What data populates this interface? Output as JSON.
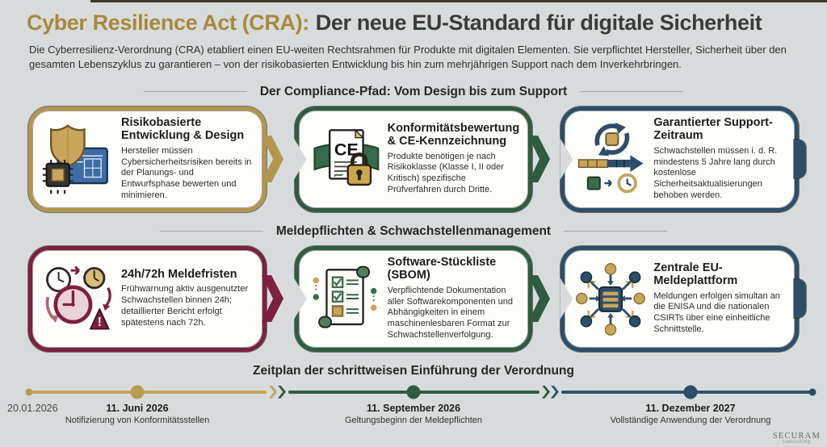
{
  "header": {
    "title_highlight": "Cyber Resilience Act (CRA):",
    "title_rest": "Der neue EU-Standard für digitale Sicherheit",
    "subtitle": "Die Cyberresilienz-Verordnung (CRA) etabliert einen EU-weiten Rechtsrahmen für Produkte mit digitalen Elementen. Sie verpflichtet Hersteller, Sicherheit über den gesamten Lebenszyklus zu garantieren – von der risikobasierten Entwicklung bis hin zum mehrjährigen Support nach dem Inverkehrbringen."
  },
  "sections": [
    {
      "heading": "Der Compliance-Pfad: Vom Design bis zum Support",
      "cards": [
        {
          "title": "Risikobasierte Entwicklung & Design",
          "body": "Hersteller müssen Cybersicherheitsrisiken bereits in der Planungs- und Entwurfsphase bewerten und minimieren.",
          "icon": "shield-blueprint-chip-icon",
          "accent": "#b3954f"
        },
        {
          "title": "Konformitätsbewertung & CE-Kennzeichnung",
          "body": "Produkte benötigen je nach Risikoklasse (Klasse I, II oder Kritisch) spezifische Prüfverfahren durch Dritte.",
          "icon": "ce-document-lock-icon",
          "accent": "#2e5c41"
        },
        {
          "title": "Garantierter Support-Zeitraum",
          "body": "Schwachstellen müssen i. d. R. mindestens 5 Jahre lang durch kostenlose Sicherheitsaktualisierungen behoben werden.",
          "icon": "update-cycle-clock-icon",
          "accent": "#2d4e68"
        }
      ]
    },
    {
      "heading": "Meldepflichten & Schwachstellenmanagement",
      "cards": [
        {
          "title": "24h/72h Meldefristen",
          "body": "Frühwarnung aktiv ausgenutzter Schwachstellen binnen 24h; detaillierter Bericht erfolgt spätestens nach 72h.",
          "icon": "clocks-alert-icon",
          "accent": "#7d2140"
        },
        {
          "title": "Software-Stückliste (SBOM)",
          "body": "Verpflichtende Dokumentation aller Softwarekomponenten und Abhängigkeiten in einem maschinenlesbaren Format zur Schwachstellenverfolgung.",
          "icon": "checklist-scroll-icon",
          "accent": "#2e5c41"
        },
        {
          "title": "Zentrale EU-Meldeplattform",
          "body": "Meldungen erfolgen simultan an die ENISA und die nationalen CSIRTs über eine einheitliche Schnittstelle.",
          "icon": "network-hub-icon",
          "accent": "#2d4e68"
        }
      ]
    }
  ],
  "timeline": {
    "heading": "Zeitplan der schrittweisen Einführung der Verordnung",
    "start_date": "20.01.2026",
    "milestones": [
      {
        "date": "11. Juni 2026",
        "label": "Notifizierung von Konformitätsstellen",
        "color": "#b99b52"
      },
      {
        "date": "11. September 2026",
        "label": "Geltungsbeginn der Meldepflichten",
        "color": "#2e5c41"
      },
      {
        "date": "11. Dezember 2027",
        "label": "Vollständige Anwendung der Verordnung",
        "color": "#2d4e68"
      }
    ]
  },
  "branding": {
    "logo": "SECURAM",
    "logo_sub": "consulting"
  },
  "colors": {
    "background": "#d8dbdc",
    "title_accent": "#a8893d",
    "title_text": "#3b3b3b",
    "gold": "#b3954f",
    "green": "#2e5c41",
    "navy": "#2d4e68",
    "maroon": "#7d2140",
    "card_bg": "#fdfdfa"
  }
}
